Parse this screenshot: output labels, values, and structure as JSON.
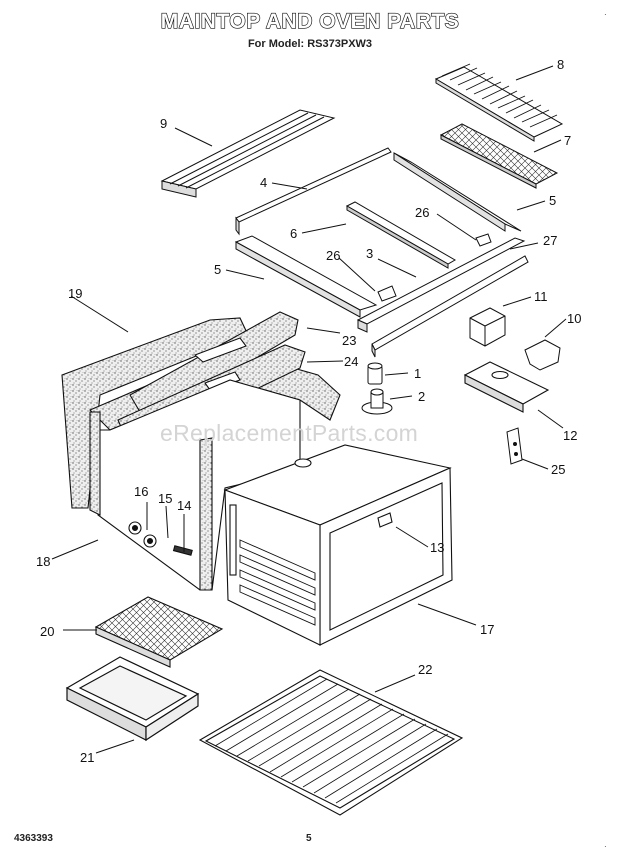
{
  "header": {
    "title": "MAINTOP AND OVEN PARTS",
    "subtitle": "For Model: RS373PXW3"
  },
  "watermark": "eReplacementParts.com",
  "footer": {
    "doc_number": "4363393",
    "page_number": "5"
  },
  "corner_marks": [
    "·",
    "·"
  ],
  "callouts": [
    "1",
    "2",
    "3",
    "4",
    "5",
    "5",
    "6",
    "7",
    "8",
    "9",
    "10",
    "11",
    "12",
    "13",
    "14",
    "15",
    "16",
    "17",
    "18",
    "19",
    "20",
    "21",
    "22",
    "23",
    "24",
    "25",
    "26",
    "26",
    "27"
  ],
  "colors": {
    "ink": "#111111",
    "insulation_fill": "#e8e8e8",
    "watermark": "#d4d4d4"
  }
}
